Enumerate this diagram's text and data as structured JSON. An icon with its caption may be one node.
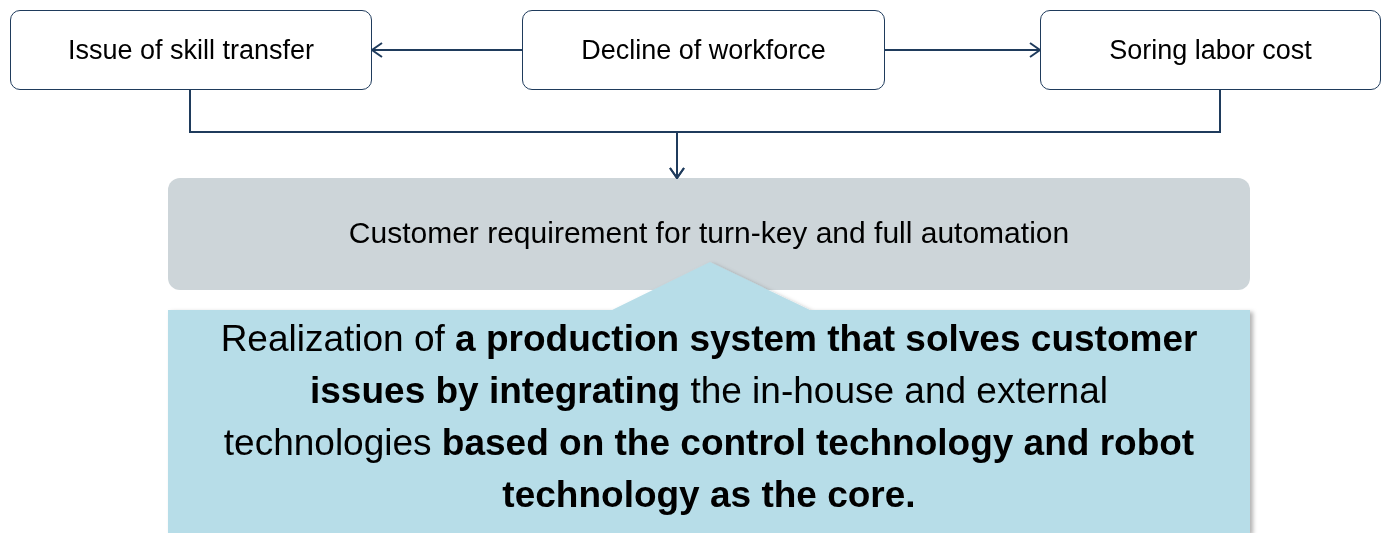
{
  "diagram": {
    "nodes": [
      {
        "text": [
          "Issue of skill transfer"
        ]
      },
      {
        "text": [
          "Decline of workforce"
        ]
      },
      {
        "text": [
          "Soring labor cost"
        ]
      },
      {
        "text": [
          "Customer requirement for turn-key and full automation"
        ]
      },
      {
        "text": [
          "Realization of **a production system that solves customer issues by integrating** the in-house and external technologies **based on the control technology and robot technology as the core.**"
        ]
      }
    ],
    "edges": [
      {
        "from": 1,
        "to": 0,
        "arrow": "to"
      },
      {
        "from": 1,
        "to": 2,
        "arrow": "to"
      },
      {
        "from": 0,
        "to": 3,
        "arrow": "to"
      },
      {
        "from": 2,
        "to": 3,
        "arrow": "to"
      }
    ]
  }
}
